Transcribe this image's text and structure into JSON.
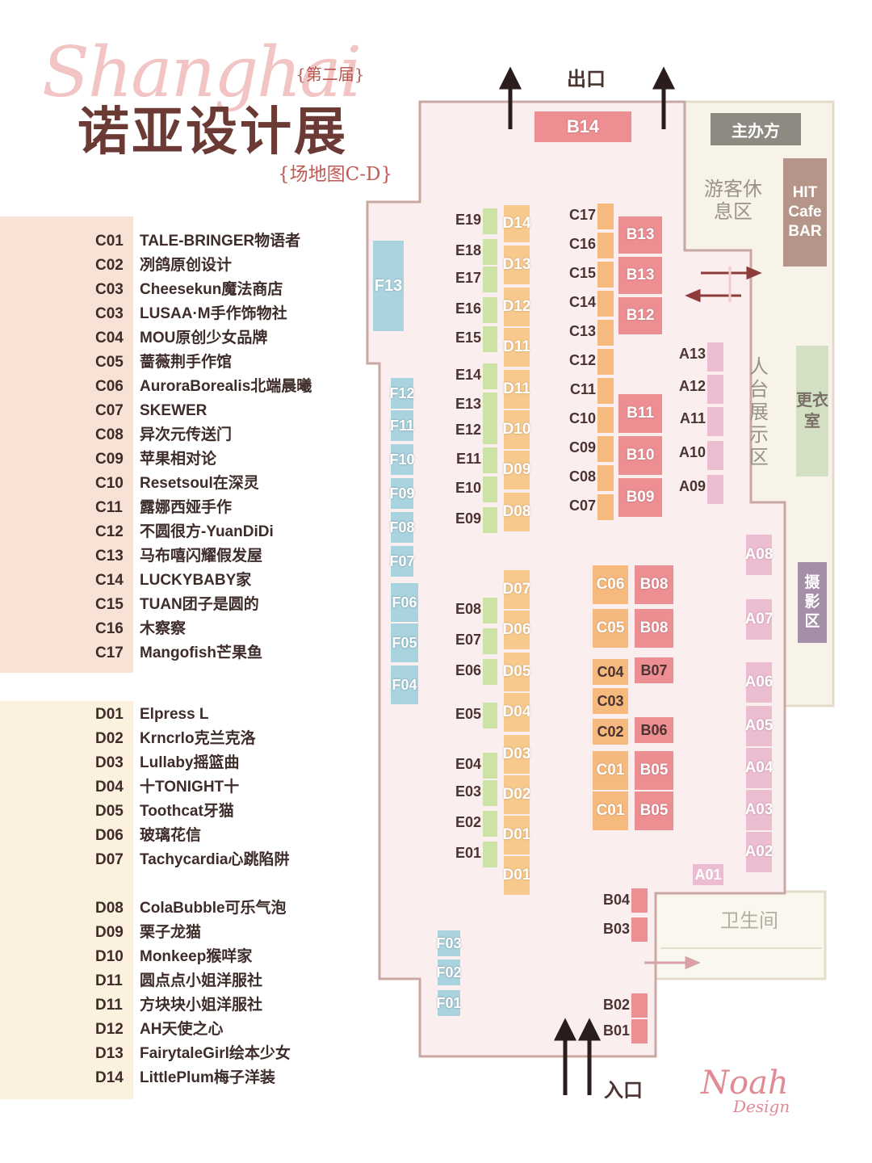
{
  "header": {
    "script": "Shanghai",
    "title": "诺亚设计展",
    "edition": "{第二届}",
    "subtitle": "{场地图C-D}"
  },
  "legend_c": [
    {
      "code": "C01",
      "name": "TALE-BRINGER物语者"
    },
    {
      "code": "C02",
      "name": "冽鸽原创设计"
    },
    {
      "code": "C03",
      "name": "Cheesekun魔法商店"
    },
    {
      "code": "C03",
      "name": "LUSAA·M手作饰物社"
    },
    {
      "code": "C04",
      "name": "MOU原创少女品牌"
    },
    {
      "code": "C05",
      "name": "蔷薇荆手作馆"
    },
    {
      "code": "C06",
      "name": "AuroraBorealis北端晨曦"
    },
    {
      "code": "C07",
      "name": "SKEWER"
    },
    {
      "code": "C08",
      "name": "异次元传送门"
    },
    {
      "code": "C09",
      "name": "苹果相对论"
    },
    {
      "code": "C10",
      "name": "Resetsoul在深灵"
    },
    {
      "code": "C11",
      "name": "露娜西娅手作"
    },
    {
      "code": "C12",
      "name": "不圆很方-YuanDiDi"
    },
    {
      "code": "C13",
      "name": "马布嘻闪耀假发屋"
    },
    {
      "code": "C14",
      "name": "LUCKYBABY家"
    },
    {
      "code": "C15",
      "name": "TUAN团子是圆的"
    },
    {
      "code": "C16",
      "name": "木察察"
    },
    {
      "code": "C17",
      "name": "Mangofish芒果鱼"
    }
  ],
  "legend_d1": [
    {
      "code": "D01",
      "name": "Elpress L"
    },
    {
      "code": "D02",
      "name": "Krncrlo克兰克洛"
    },
    {
      "code": "D03",
      "name": "Lullaby摇篮曲"
    },
    {
      "code": "D04",
      "name": "十TONIGHT十"
    },
    {
      "code": "D05",
      "name": "Toothcat牙猫"
    },
    {
      "code": "D06",
      "name": "玻璃花信"
    },
    {
      "code": "D07",
      "name": "Tachycardia心跳陷阱"
    }
  ],
  "legend_d2": [
    {
      "code": "D08",
      "name": "ColaBubble可乐气泡"
    },
    {
      "code": "D09",
      "name": "栗子龙猫"
    },
    {
      "code": "D10",
      "name": "Monkeep猴咩家"
    },
    {
      "code": "D11",
      "name": "圆点点小姐洋服社"
    },
    {
      "code": "D11",
      "name": "方块块小姐洋服社"
    },
    {
      "code": "D12",
      "name": "AH天使之心"
    },
    {
      "code": "D13",
      "name": "FairytaleGirl绘本少女"
    },
    {
      "code": "D14",
      "name": "LittlePlum梅子洋装"
    }
  ],
  "map": {
    "exit": "出口",
    "entrance": "入口",
    "organizer": "主办方",
    "lounge": "游客休息区",
    "cafe": "HIT Cafe BAR",
    "display": "人台展示区",
    "fitting": "更衣室",
    "photo": "摄影区",
    "restroom": "卫生间",
    "stalls": {
      "B14": "B14",
      "F13": "F13",
      "E19": "E19",
      "E18": "E18",
      "E17": "E17",
      "E16": "E16",
      "E15": "E15",
      "E14": "E14",
      "E13": "E13",
      "E12": "E12",
      "E11": "E11",
      "E10": "E10",
      "E09": "E09",
      "E08": "E08",
      "E07": "E07",
      "E06": "E06",
      "E05": "E05",
      "E04": "E04",
      "E03": "E03",
      "E02": "E02",
      "E01": "E01",
      "D14": "D14",
      "D13": "D13",
      "D12": "D12",
      "D11a": "D11",
      "D11b": "D11",
      "D10": "D10",
      "D09": "D09",
      "D08": "D08",
      "D07": "D07",
      "D06": "D06",
      "D05": "D05",
      "D04": "D04",
      "D03": "D03",
      "D02": "D02",
      "D01a": "D01",
      "D01b": "D01",
      "C17": "C17",
      "C16": "C16",
      "C15": "C15",
      "C14": "C14",
      "C13": "C13",
      "C12": "C12",
      "C11": "C11",
      "C10": "C10",
      "C09": "C09",
      "C08": "C08",
      "C07": "C07",
      "C06": "C06",
      "C05": "C05",
      "C04": "C04",
      "C03": "C03",
      "C02": "C02",
      "C01a": "C01",
      "C01b": "C01",
      "B13a": "B13",
      "B13b": "B13",
      "B12": "B12",
      "B11": "B11",
      "B10": "B10",
      "B09": "B09",
      "B08a": "B08",
      "B08b": "B08",
      "B07": "B07",
      "B06": "B06",
      "B05a": "B05",
      "B05b": "B05",
      "B04": "B04",
      "B03": "B03",
      "B02": "B02",
      "B01": "B01",
      "F12": "F12",
      "F11": "F11",
      "F10": "F10",
      "F09": "F09",
      "F08": "F08",
      "F07": "F07",
      "F06": "F06",
      "F05": "F05",
      "F04": "F04",
      "F03": "F03",
      "F02": "F02",
      "F01": "F01",
      "A13": "A13",
      "A12": "A12",
      "A11": "A11",
      "A10": "A10",
      "A09": "A09",
      "A08": "A08",
      "A07": "A07",
      "A06": "A06",
      "A05": "A05",
      "A04": "A04",
      "A03": "A03",
      "A02": "A02",
      "A01": "A01"
    }
  },
  "logo": {
    "main": "Noah",
    "sub": "Design"
  },
  "colors": {
    "floor": "#fbeeee",
    "floor_border": "#c9a8a4",
    "side_area": "#f7f3e8",
    "b_stall": "#ec8e92",
    "c_stall": "#f6b97e",
    "d_stall": "#f7c98d",
    "e_stall": "#cde3a5",
    "f_stall": "#a9d3df",
    "a_stall": "#ecbcd0",
    "organizer": "#8d8a82",
    "cafe": "#b5958a",
    "fitting": "#d3e0c4",
    "photo": "#a48ea8",
    "arrow_red": "#8e3b3b"
  }
}
